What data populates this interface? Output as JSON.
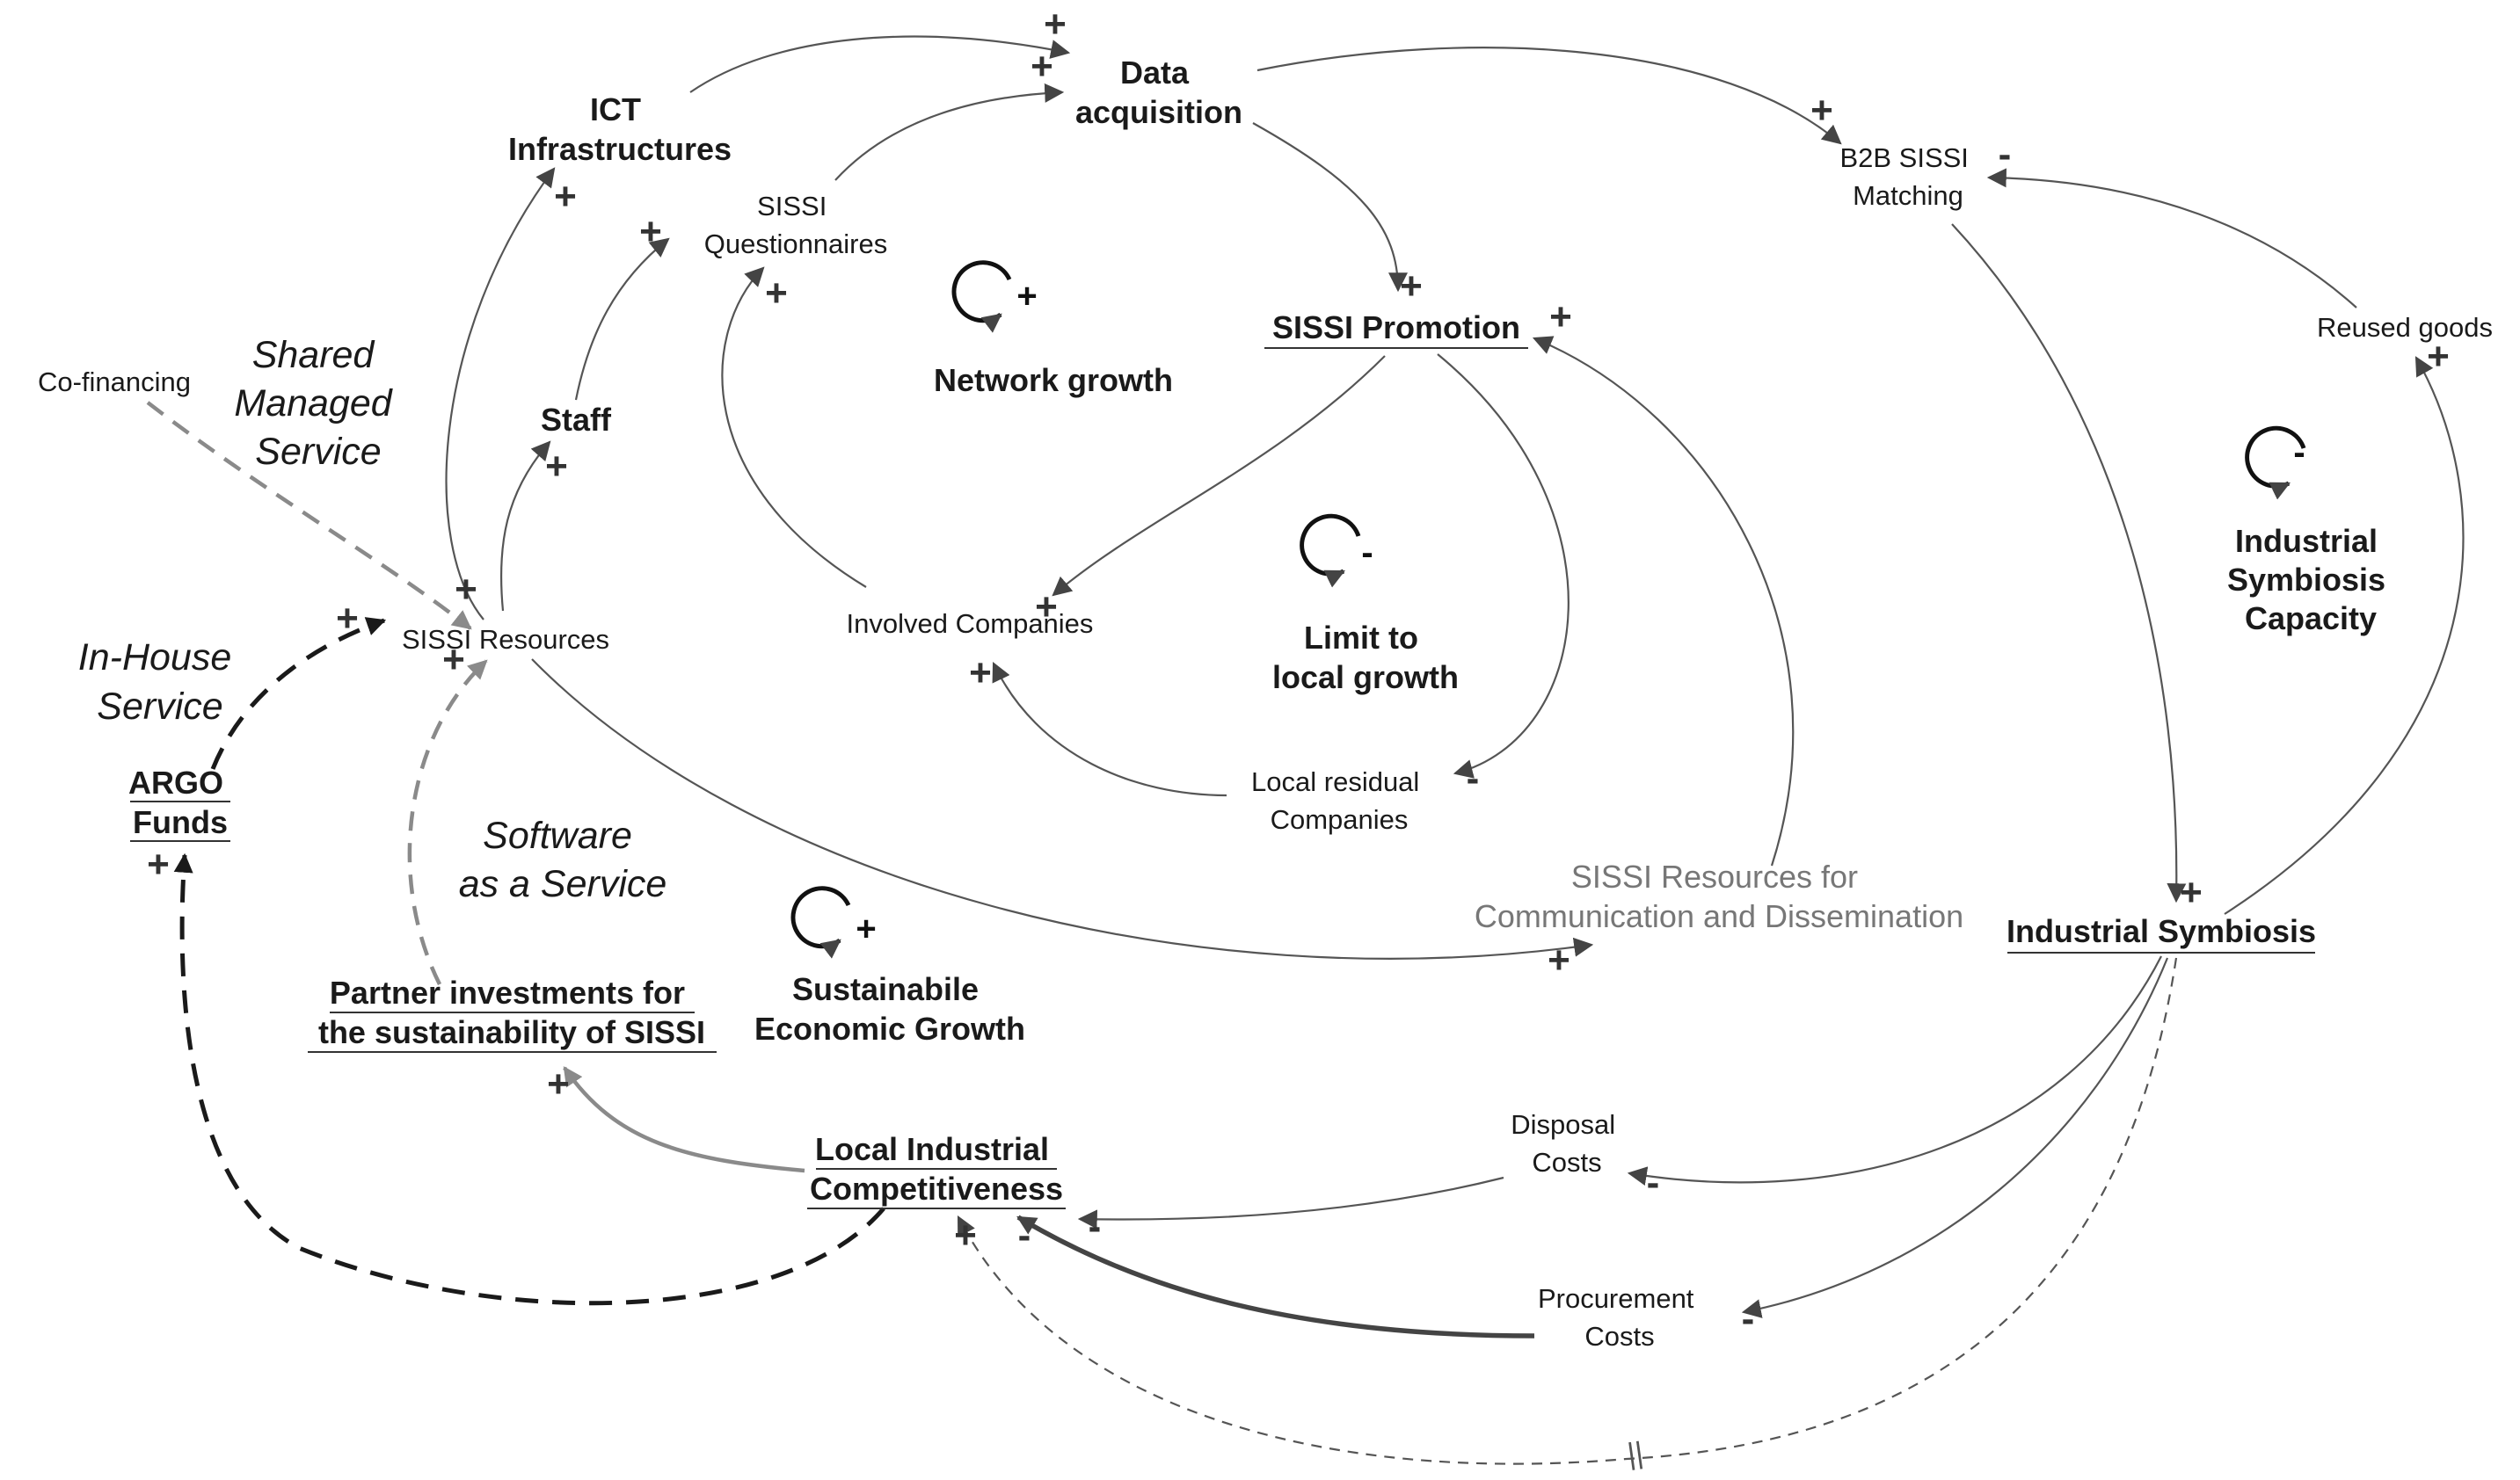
{
  "nodes": {
    "data_acquisition": {
      "line1": "Data",
      "line2": "acquisition"
    },
    "ict_infrastructures": {
      "line1": "ICT",
      "line2": "Infrastructures"
    },
    "sissi_questionnaires": {
      "line1": "SISSI",
      "line2": "Questionnaires"
    },
    "b2b_matching": {
      "line1": "B2B SISSI",
      "line2": "Matching"
    },
    "sissi_promotion": "SISSI Promotion",
    "reused_goods": "Reused goods",
    "co_financing": "Co-financing",
    "staff": "Staff",
    "sissi_resources": "SISSI Resources",
    "involved_companies": "Involved Companies",
    "local_residual": {
      "line1": "Local residual",
      "line2": "Companies"
    },
    "argo_funds": {
      "line1": "ARGO",
      "line2": "Funds"
    },
    "resources_comm": {
      "line1": "SISSI Resources for",
      "line2": "Communication and Dissemination"
    },
    "industrial_symbiosis": "Industrial Symbiosis",
    "partner_investments": {
      "line1": "Partner investments for",
      "line2": "the sustainability of SISSI"
    },
    "local_competitiveness": {
      "line1": "Local Industrial",
      "line2": "Competitiveness"
    },
    "disposal_costs": {
      "line1": "Disposal",
      "line2": "Costs"
    },
    "procurement_costs": {
      "line1": "Procurement",
      "line2": "Costs"
    }
  },
  "loops": {
    "network_growth": {
      "symbol": "+",
      "label": "Network growth"
    },
    "limit_local_growth": {
      "symbol": "-",
      "line1": "Limit to",
      "line2": "local growth"
    },
    "industrial_symbiosis_capacity": {
      "symbol": "-",
      "line1": "Industrial",
      "line2": "Symbiosis",
      "line3": "Capacity"
    },
    "sustainable_growth": {
      "symbol": "+",
      "line1": "Sustainabile",
      "line2": "Economic Growth"
    }
  },
  "service_labels": {
    "shared_managed": {
      "line1": "Shared",
      "line2": "Managed",
      "line3": "Service"
    },
    "in_house": {
      "line1": "In-House",
      "line2": "Service"
    },
    "saas": {
      "line1": "Software",
      "line2": "as a Service"
    }
  },
  "polarity": {
    "plus": "+",
    "minus": "-"
  },
  "delay_mark": "||",
  "colors": {
    "text": "#1a1a1a",
    "link": "#555555",
    "grey_link": "#8a8a8a",
    "grey_text": "#777777"
  }
}
